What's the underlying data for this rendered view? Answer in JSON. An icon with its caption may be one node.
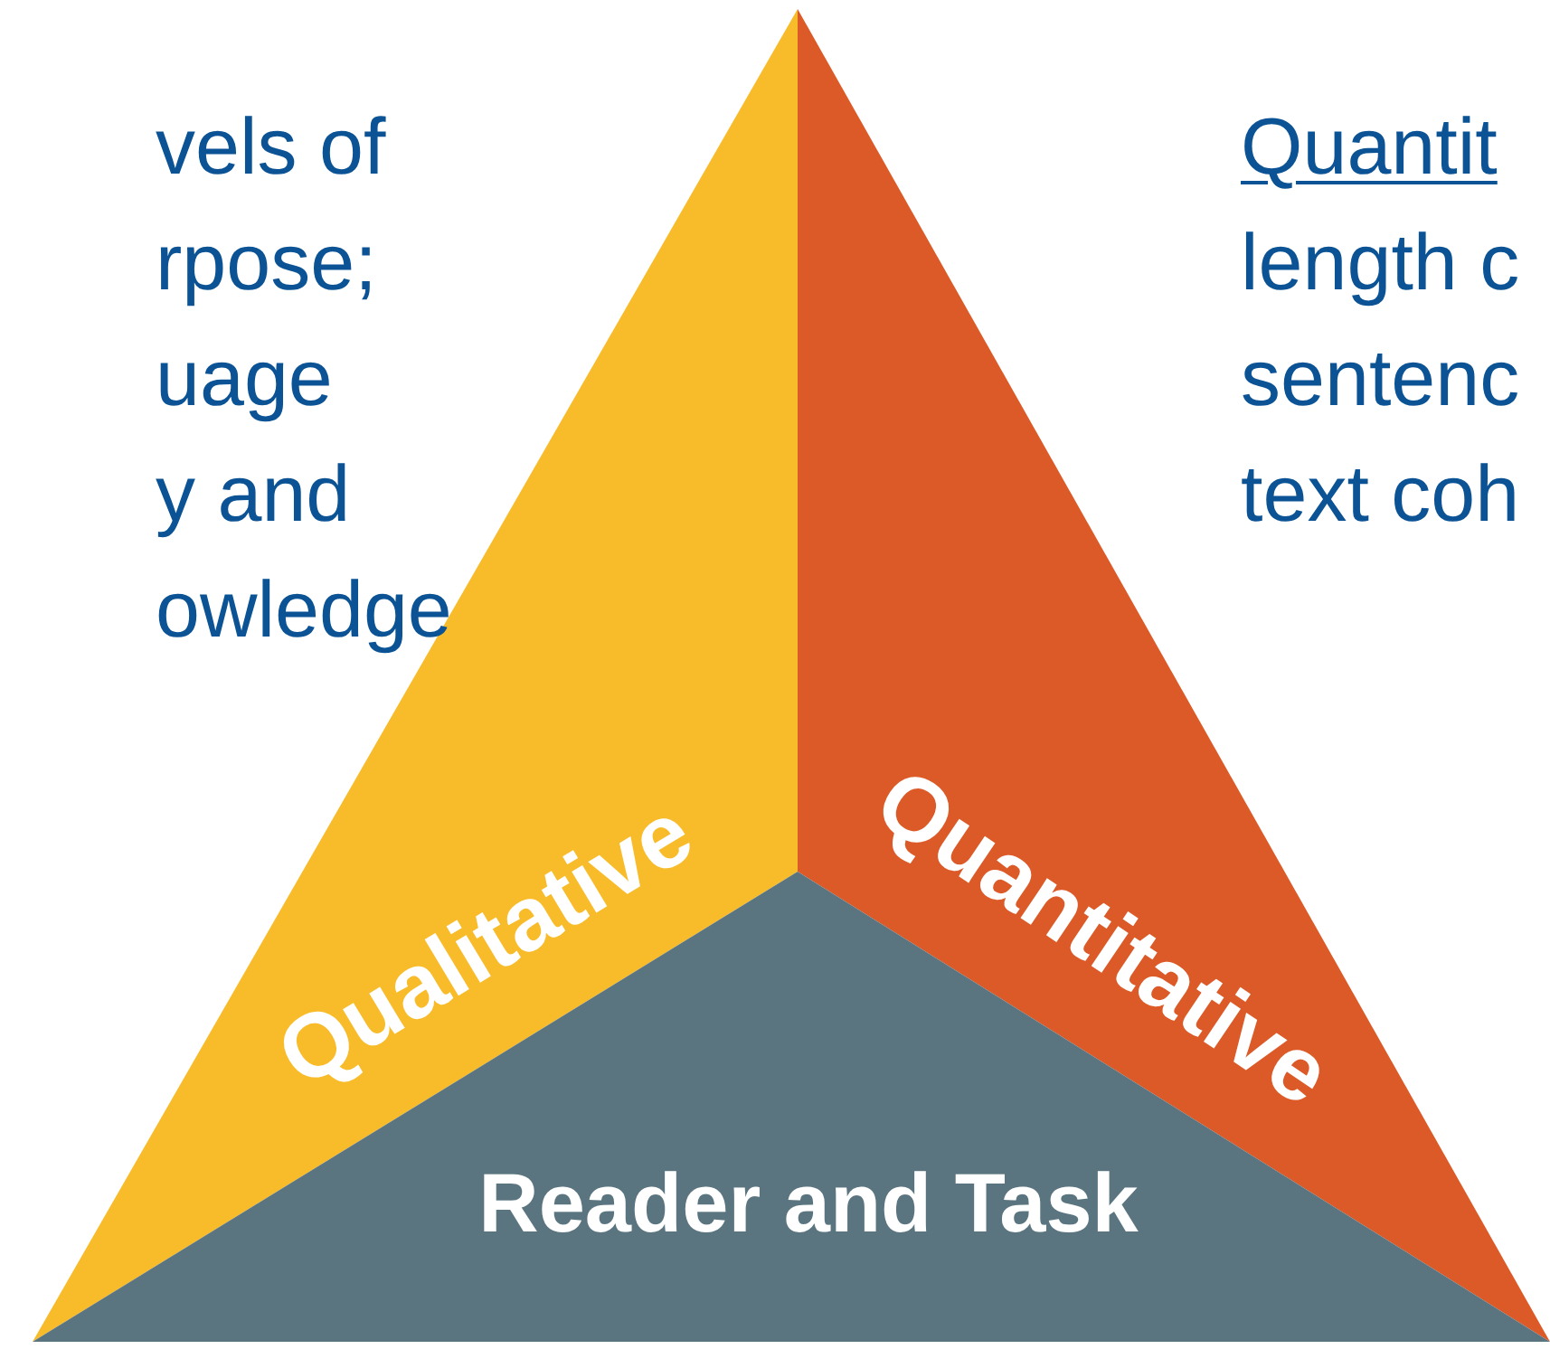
{
  "diagram": {
    "nodes": [
      {
        "text": [
          "Qualitative"
        ]
      },
      {
        "text": [
          "Quantitative"
        ]
      },
      {
        "text": [
          "Reader and Task"
        ]
      }
    ],
    "labels": [
      "vels of",
      "rpose;",
      "uage",
      "y and",
      "owledge",
      "Quantit",
      "length c",
      "sentenc",
      "text coh"
    ]
  }
}
